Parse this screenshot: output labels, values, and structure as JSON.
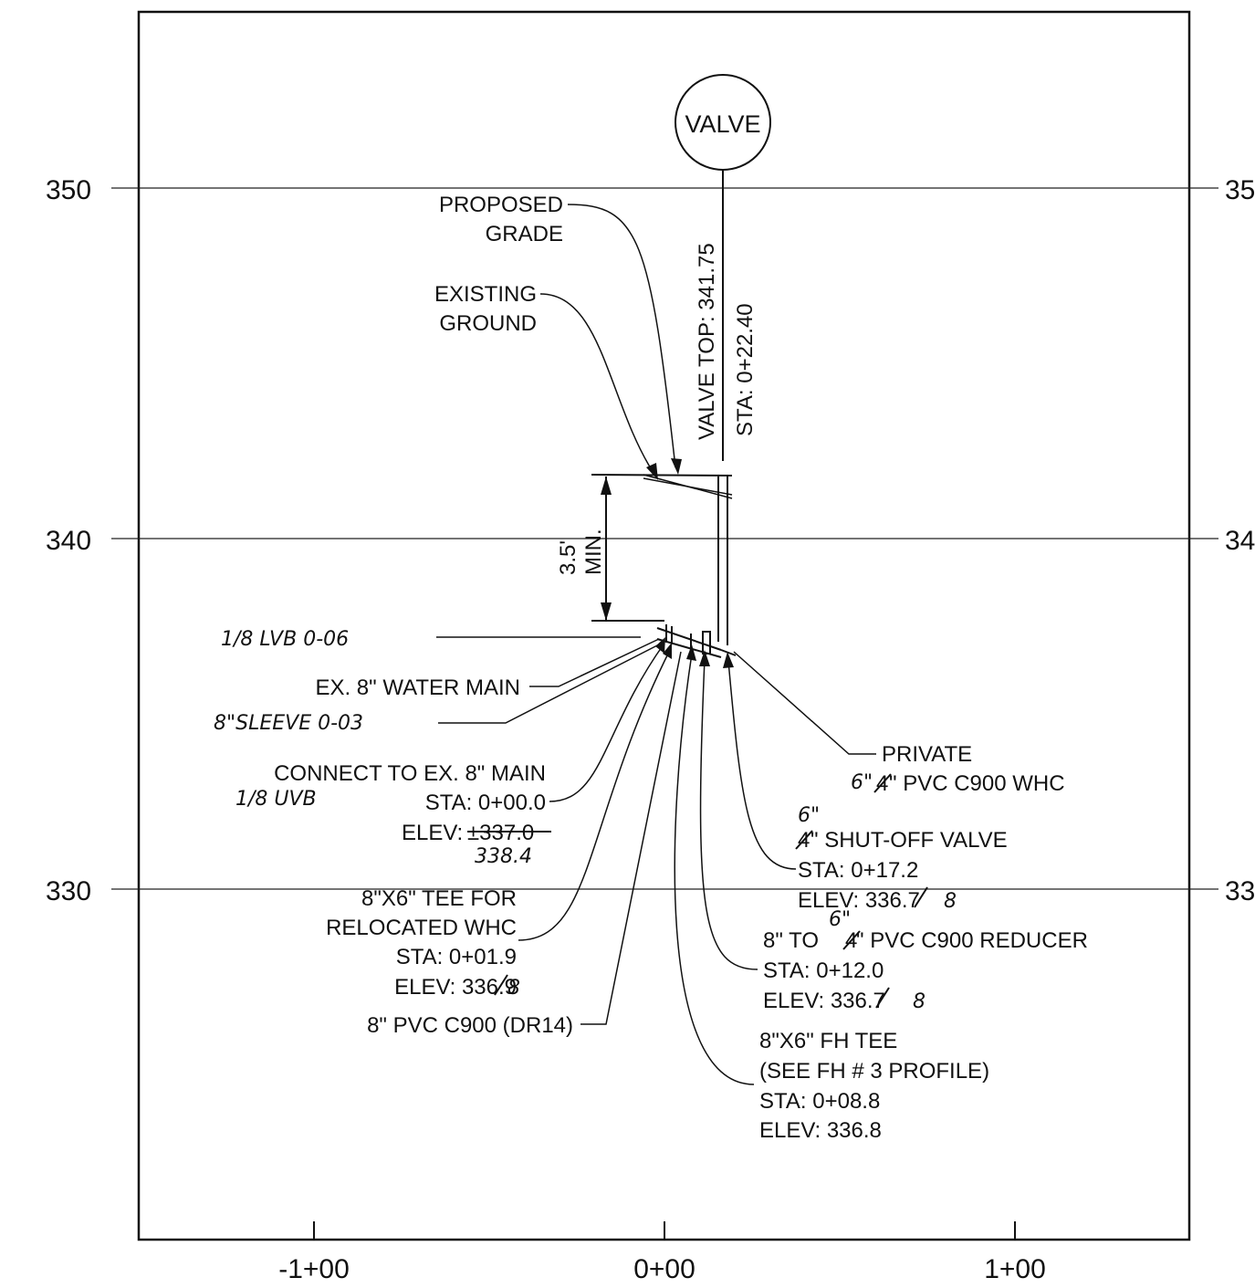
{
  "axes": {
    "y_ticks": [
      "350",
      "340",
      "330"
    ],
    "y_ticks_right": [
      "35",
      "34",
      "33"
    ],
    "x_ticks": [
      "-1+00",
      "0+00",
      "1+00"
    ]
  },
  "valve": {
    "circle_label": "VALVE",
    "top_label": "VALVE  TOP: 341.75",
    "sta_label": "STA: 0+22.40"
  },
  "cover": {
    "dim": "3.5'",
    "min": "MIN."
  },
  "labels": {
    "proposed_grade": [
      "PROPOSED",
      "GRADE"
    ],
    "existing_ground": [
      "EXISTING",
      "GROUND"
    ],
    "ex_water_main": "EX. 8\" WATER MAIN",
    "connect": {
      "line1": "CONNECT TO EX. 8\" MAIN",
      "sta": "STA: 0+00.0",
      "elev_prefix": "ELEV:",
      "elev_struck": "±337.0"
    },
    "tee_whc": {
      "line1": "8\"X6\" TEE FOR",
      "line2": "RELOCATED WHC",
      "sta": "STA: 0+01.9",
      "elev": "ELEV: 336.9"
    },
    "pvc_main": "8\" PVC C900 (DR14)",
    "fh_tee": {
      "line1": "8\"X6\" FH TEE",
      "line2": "(SEE FH # 3 PROFILE)",
      "sta": "STA: 0+08.8",
      "elev": "ELEV: 336.8"
    },
    "reducer": {
      "line1_pre": "8\" TO",
      "line1_struck": "4",
      "line1_post": "\" PVC C900 REDUCER",
      "sta": "STA: 0+12.0",
      "elev": "ELEV: 336.7"
    },
    "shutoff": {
      "struck": "4",
      "line1": "\" SHUT-OFF VALVE",
      "sta": "STA: 0+17.2",
      "elev": "ELEV: 336.7"
    },
    "private": {
      "line1": "PRIVATE",
      "struck": "4",
      "line2": "\" PVC C900 WHC"
    }
  },
  "handwritten": {
    "lvb": "1/8 LVB  0-06",
    "sleeve": "8\"SLEEVE  0-03",
    "uvb": "1/8 UVB",
    "elev_connect": "338.4",
    "six_shutoff": "6\"",
    "six_reducer": "6\"",
    "six_private": "6\"",
    "eight": "8"
  }
}
